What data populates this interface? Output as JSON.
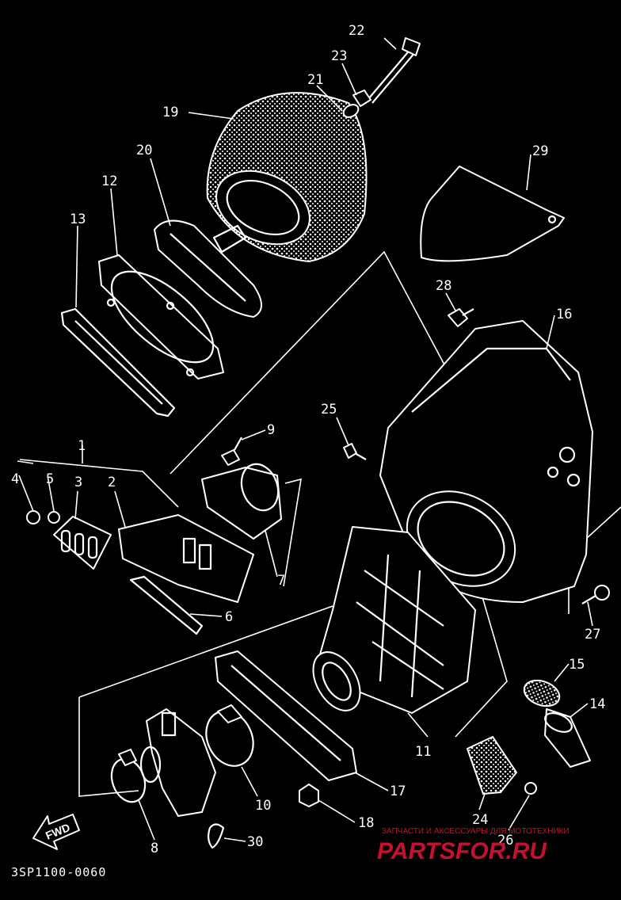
{
  "diagram": {
    "code": "3SP1100-0060",
    "fwd_label": "FWD",
    "callouts": [
      "1",
      "2",
      "3",
      "4",
      "5",
      "6",
      "7",
      "8",
      "9",
      "10",
      "11",
      "12",
      "13",
      "14",
      "15",
      "16",
      "17",
      "18",
      "19",
      "20",
      "21",
      "22",
      "23",
      "24",
      "25",
      "26",
      "27",
      "28",
      "29",
      "30"
    ]
  },
  "watermark": {
    "line1": "ЗАПЧАСТИ И АКСЕССУАРЫ ДЛЯ МОТОТЕХНИКИ",
    "line2": "PARTSFOR.RU",
    "color": "#c8102e"
  },
  "colors": {
    "background": "#000000",
    "ink": "#ffffff"
  }
}
